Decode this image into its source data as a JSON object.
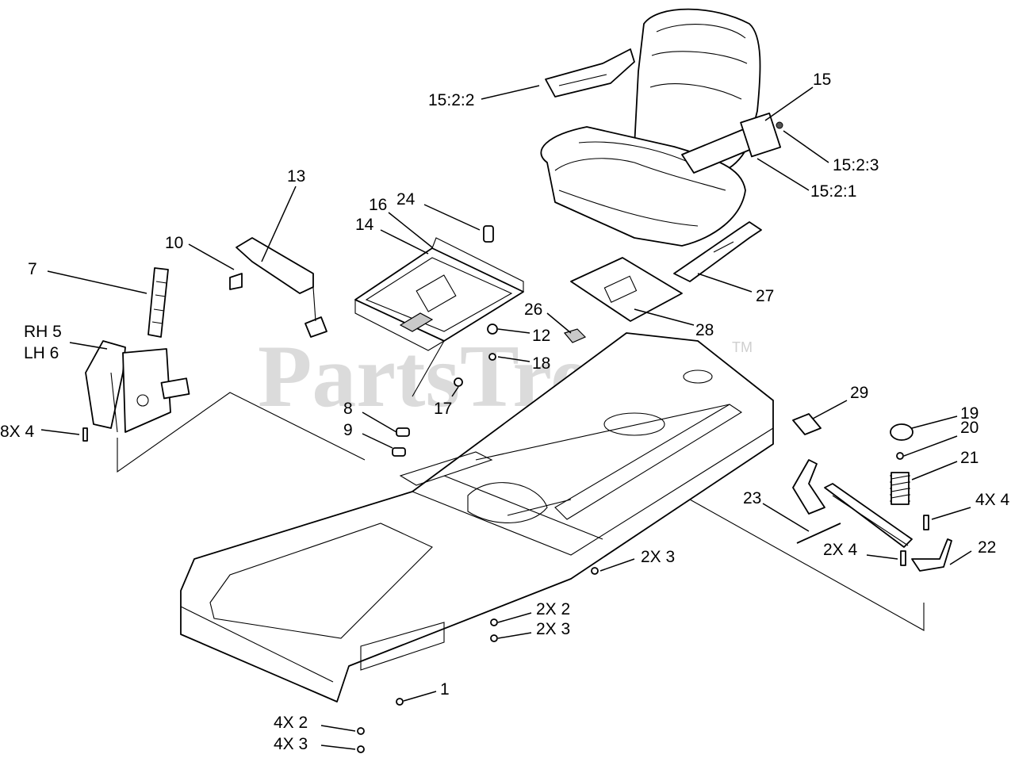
{
  "watermark": {
    "text": "PartsTree",
    "trademark": "TM"
  },
  "callouts": [
    {
      "id": "c-15-2-2",
      "text": "15:2:2"
    },
    {
      "id": "c-15",
      "text": "15"
    },
    {
      "id": "c-15-2-3",
      "text": "15:2:3"
    },
    {
      "id": "c-15-2-1",
      "text": "15:2:1"
    },
    {
      "id": "c-13",
      "text": "13"
    },
    {
      "id": "c-16",
      "text": "16"
    },
    {
      "id": "c-24",
      "text": "24"
    },
    {
      "id": "c-14",
      "text": "14"
    },
    {
      "id": "c-10",
      "text": "10"
    },
    {
      "id": "c-7",
      "text": "7"
    },
    {
      "id": "c-27",
      "text": "27"
    },
    {
      "id": "c-28",
      "text": "28"
    },
    {
      "id": "c-26",
      "text": "26"
    },
    {
      "id": "c-12",
      "text": "12"
    },
    {
      "id": "c-18",
      "text": "18"
    },
    {
      "id": "c-rh5",
      "text": "RH 5"
    },
    {
      "id": "c-lh6",
      "text": "LH 6"
    },
    {
      "id": "c-17",
      "text": "17"
    },
    {
      "id": "c-8",
      "text": "8"
    },
    {
      "id": "c-9",
      "text": "9"
    },
    {
      "id": "c-8x4",
      "text": "8X 4"
    },
    {
      "id": "c-29",
      "text": "29"
    },
    {
      "id": "c-19",
      "text": "19"
    },
    {
      "id": "c-20",
      "text": "20"
    },
    {
      "id": "c-21",
      "text": "21"
    },
    {
      "id": "c-23",
      "text": "23"
    },
    {
      "id": "c-4x4",
      "text": "4X 4"
    },
    {
      "id": "c-2x4",
      "text": "2X 4"
    },
    {
      "id": "c-22",
      "text": "22"
    },
    {
      "id": "c-2x3a",
      "text": "2X 3"
    },
    {
      "id": "c-2x2",
      "text": "2X 2"
    },
    {
      "id": "c-2x3b",
      "text": "2X 3"
    },
    {
      "id": "c-1",
      "text": "1"
    },
    {
      "id": "c-4x2",
      "text": "4X 2"
    },
    {
      "id": "c-4x3",
      "text": "4X 3"
    }
  ]
}
